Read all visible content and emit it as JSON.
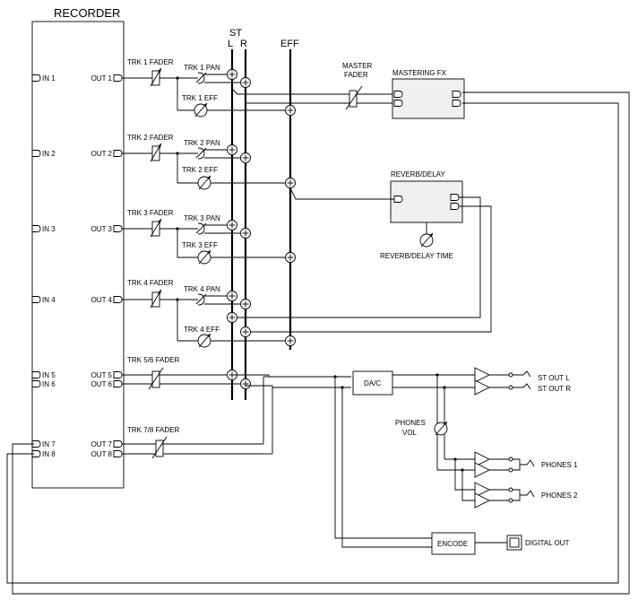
{
  "recorder": {
    "title": "RECORDER",
    "inputs": [
      "IN 1",
      "IN 2",
      "IN 3",
      "IN 4",
      "IN 5",
      "IN 6",
      "IN 7",
      "IN 8"
    ],
    "outputs": [
      "OUT 1",
      "OUT 2",
      "OUT 3",
      "OUT 4",
      "OUT 5",
      "OUT 6",
      "OUT 7",
      "OUT 8"
    ]
  },
  "buses": {
    "st": "ST",
    "st_l": "L",
    "st_r": "R",
    "eff": "EFF"
  },
  "tracks": [
    {
      "fader": "TRK 1 FADER",
      "pan": "TRK 1 PAN",
      "eff": "TRK 1 EFF"
    },
    {
      "fader": "TRK 2 FADER",
      "pan": "TRK 2 PAN",
      "eff": "TRK 2 EFF"
    },
    {
      "fader": "TRK 3 FADER",
      "pan": "TRK 3 PAN",
      "eff": "TRK 3 EFF"
    },
    {
      "fader": "TRK 4 FADER",
      "pan": "TRK 4 PAN",
      "eff": "TRK 4 EFF"
    }
  ],
  "stereo_faders": {
    "trk56": "TRK 5/6 FADER",
    "trk78": "TRK 7/8 FADER"
  },
  "master_fader": {
    "line1": "MASTER",
    "line2": "FADER"
  },
  "mastering_fx": "MASTERING FX",
  "reverb_delay": "REVERB/DELAY",
  "reverb_delay_time": "REVERB/DELAY TIME",
  "dac": "DA/C",
  "phones_vol": {
    "line1": "PHONES",
    "line2": "VOL"
  },
  "outputs": {
    "st_out_l": "ST OUT L",
    "st_out_r": "ST OUT R",
    "phones_1": "PHONES 1",
    "phones_2": "PHONES 2",
    "digital_out": "DIGITAL OUT"
  },
  "encode": "ENCODE"
}
